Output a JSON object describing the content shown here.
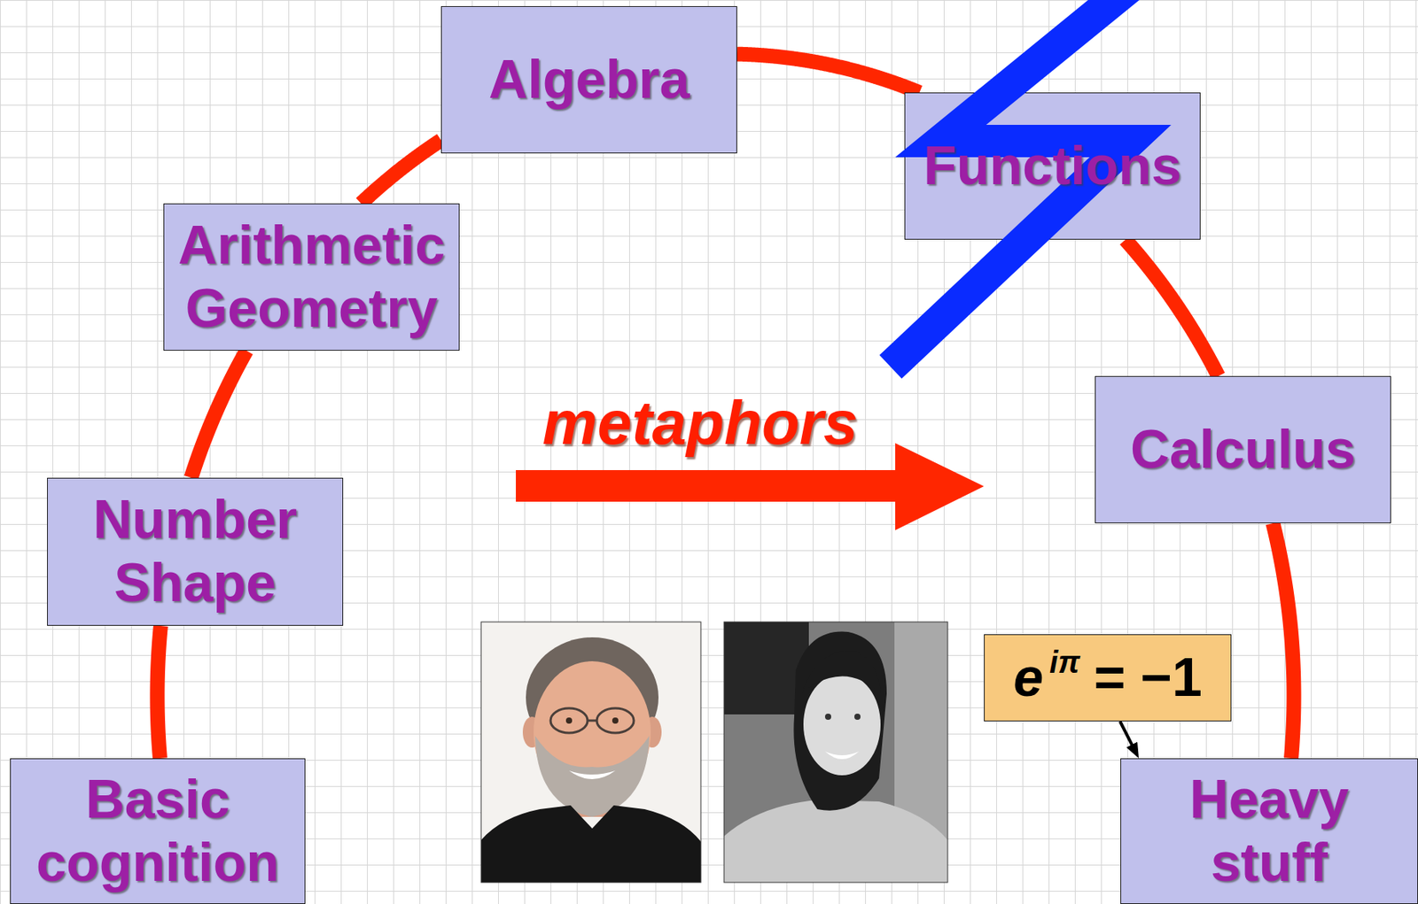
{
  "diagram": {
    "nodes": [
      {
        "text": [
          "Basic cognition"
        ]
      },
      {
        "text": [
          "Number",
          "Shape"
        ]
      },
      {
        "text": [
          "Arithmetic",
          "Geometry"
        ]
      },
      {
        "text": [
          "Algebra"
        ]
      },
      {
        "text": [
          "Functions"
        ]
      },
      {
        "text": [
          "Calculus"
        ]
      },
      {
        "text": [
          "Heavy stuff"
        ]
      },
      {
        "text": [
          "e",
          "iπ",
          "= −1"
        ]
      }
    ],
    "edges": [
      {
        "from": 0,
        "to": 1,
        "arrow": "none"
      },
      {
        "from": 1,
        "to": 2,
        "arrow": "none"
      },
      {
        "from": 2,
        "to": 3,
        "arrow": "none"
      },
      {
        "from": 3,
        "to": 4,
        "arrow": "none"
      },
      {
        "from": 4,
        "to": 5,
        "arrow": "none"
      },
      {
        "from": 5,
        "to": 6,
        "arrow": "none"
      },
      {
        "from": 7,
        "to": 6,
        "arrow": "to"
      }
    ],
    "labels": [
      "metaphors"
    ]
  }
}
